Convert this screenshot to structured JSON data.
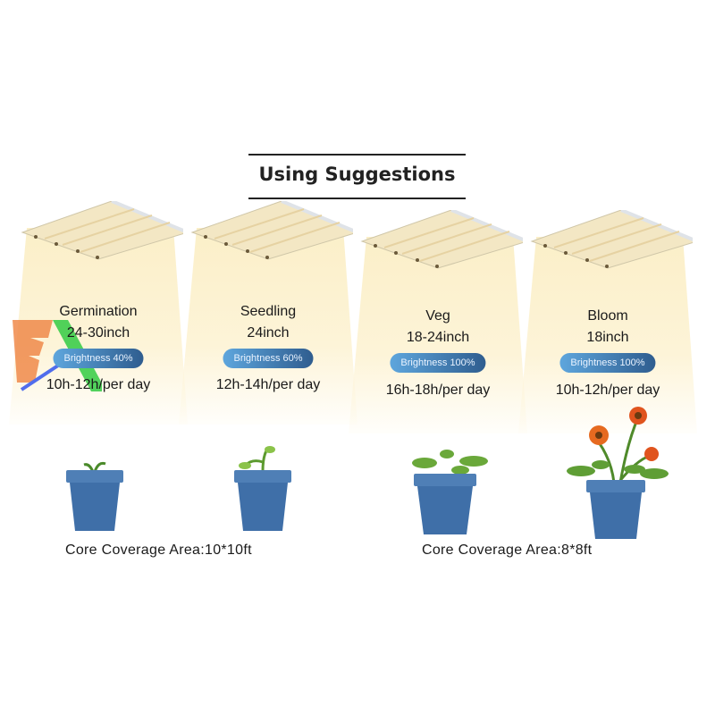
{
  "title": "Using Suggestions",
  "stages": [
    {
      "name": "Germination",
      "distance": "24-30inch",
      "brightness": "Brightness 40%",
      "brightness_value": 40,
      "hours": "10h-12h/per day"
    },
    {
      "name": "Seedling",
      "distance": "24inch",
      "brightness": "Brightness 60%",
      "brightness_value": 60,
      "hours": "12h-14h/per day"
    },
    {
      "name": "Veg",
      "distance": "18-24inch",
      "brightness": "Brightness 100%",
      "brightness_value": 100,
      "hours": "16h-18h/per day"
    },
    {
      "name": "Bloom",
      "distance": "18inch",
      "brightness": "Brightness 100%",
      "brightness_value": 100,
      "hours": "10h-12h/per day"
    }
  ],
  "coverage": {
    "left": "Core Coverage Area:10*10ft",
    "right": "Core Coverage Area:8*8ft"
  },
  "colors": {
    "badge_start": "#5ea6dd",
    "badge_end": "#2f5d8f",
    "beam": "#fbefc8",
    "pot": "#3f6fa8"
  }
}
